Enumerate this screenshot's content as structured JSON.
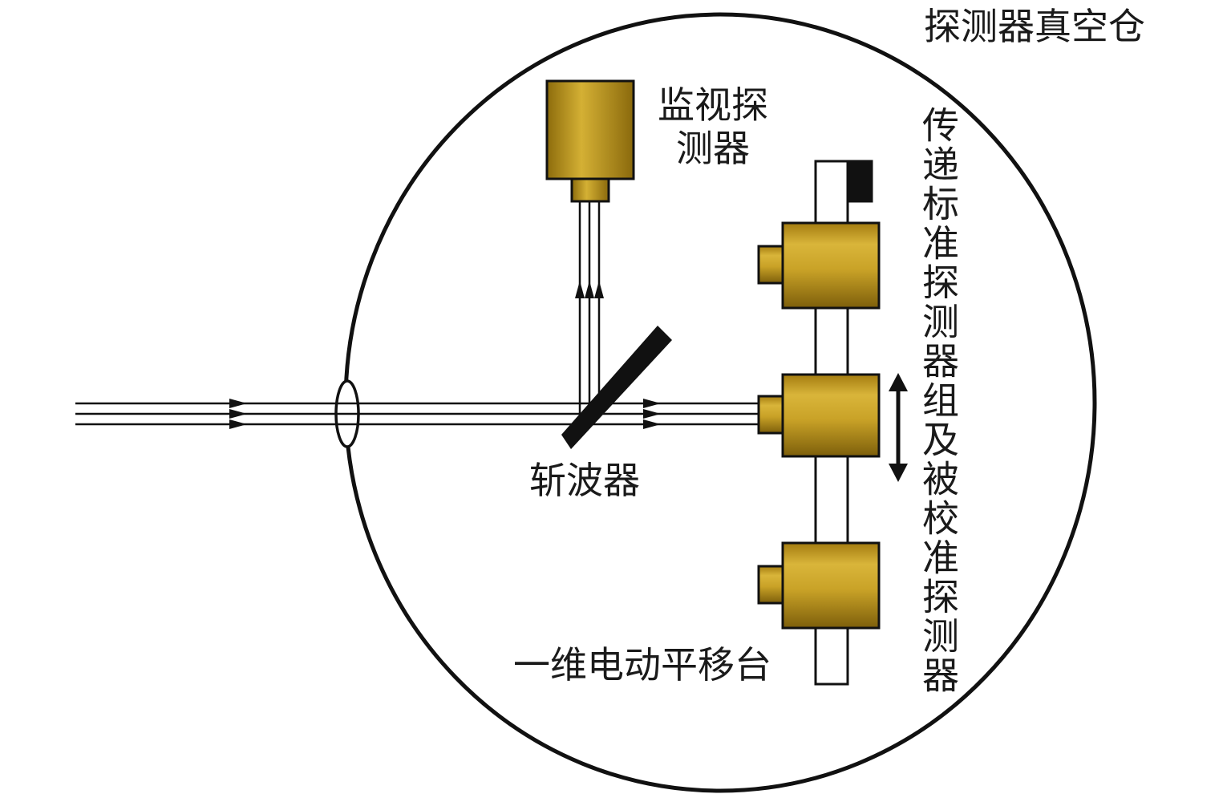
{
  "labels": {
    "chamber": "探测器真空仓",
    "monitor_detector": "监视探测器",
    "chopper": "斩波器",
    "translation_stage": "一维电动平移台",
    "detector_group": "传递标准探测器组及被校准探测器"
  },
  "colors": {
    "detector_gold": "#c9a227",
    "detector_dark": "#6b5208",
    "line": "#111111",
    "background": "#ffffff"
  }
}
